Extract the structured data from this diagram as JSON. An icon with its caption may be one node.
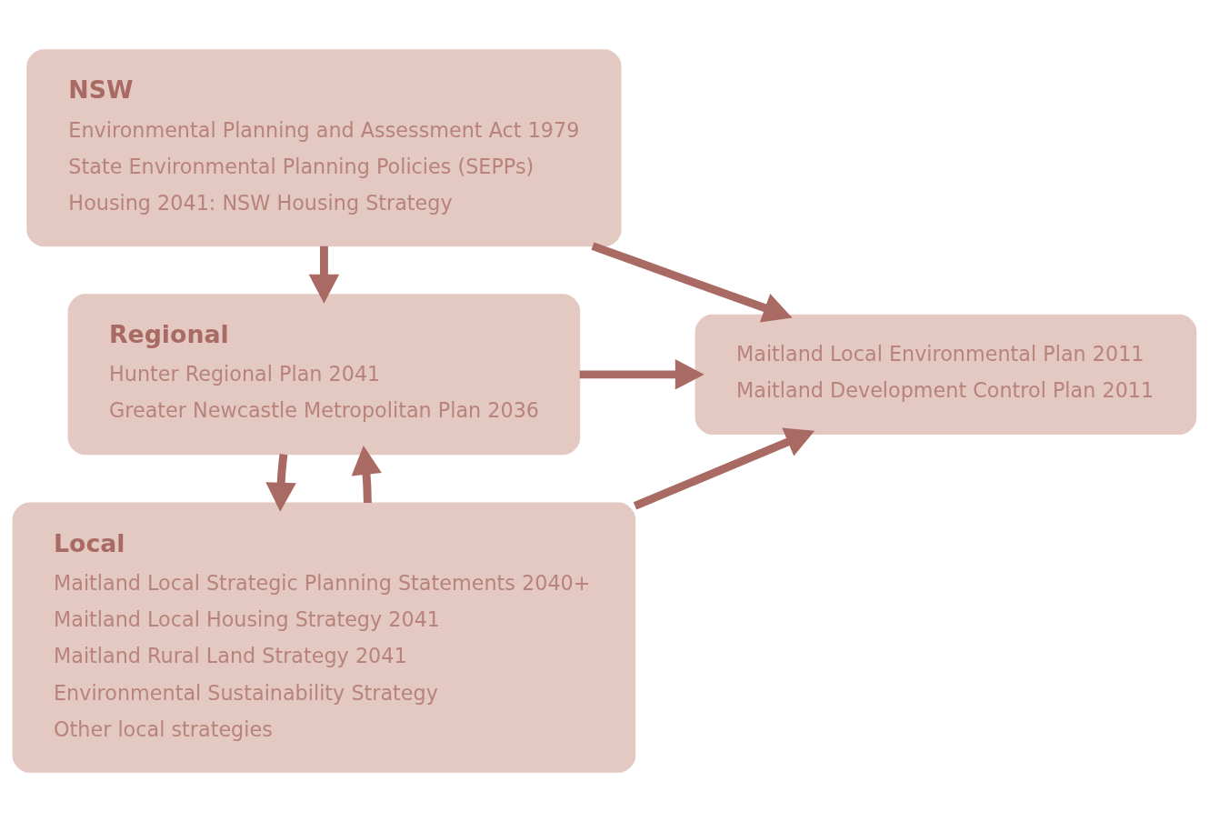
{
  "diagram": {
    "nodes": [
      {
        "text": [
          "NSW",
          "Environmental Planning and Assessment Act 1979",
          "State Environmental Planning Policies (SEPPs)",
          "Housing 2041: NSW Housing Strategy"
        ]
      },
      {
        "text": [
          "Regional",
          "Hunter Regional Plan 2041",
          "Greater Newcastle Metropolitan Plan 2036"
        ]
      },
      {
        "text": [
          "Local",
          "Maitland Local Strategic Planning Statements 2040+",
          "Maitland Local Housing Strategy 2041",
          "Maitland Rural Land Strategy 2041",
          "Environmental Sustainability Strategy",
          "Other local strategies"
        ]
      },
      {
        "text": [
          "Maitland Local Environmental Plan 2011",
          "Maitland Development Control Plan 2011"
        ]
      }
    ],
    "edges": [
      {
        "from": 0,
        "to": 1,
        "arrow": "to"
      },
      {
        "from": 1,
        "to": 2,
        "arrow": "to"
      },
      {
        "from": 2,
        "to": 1,
        "arrow": "to"
      },
      {
        "from": 0,
        "to": 3,
        "arrow": "to"
      },
      {
        "from": 1,
        "to": 3,
        "arrow": "to"
      },
      {
        "from": 2,
        "to": 3,
        "arrow": "to"
      }
    ]
  }
}
